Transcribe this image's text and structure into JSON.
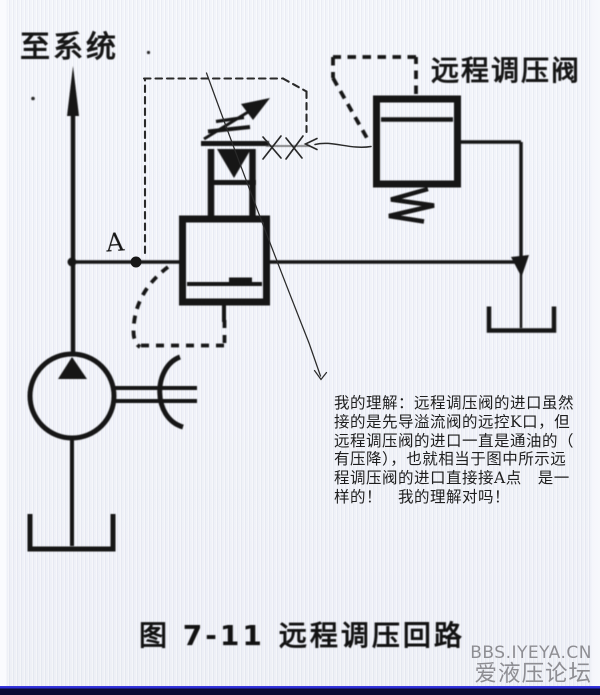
{
  "labels": {
    "to_system": "至系统",
    "remote_valve": "远程调压阀",
    "point_a": "A"
  },
  "annotation": {
    "lines": [
      "我的理解：远程调压阀的进口虽然",
      "接的是先导溢流阀的远控K口，但",
      "远程调压阀的进口一直是通油的（",
      "有压降），也就相当于图中所示远",
      "程调压阀的进口直接接A点　是一",
      "样的！　我的理解对吗！"
    ]
  },
  "caption": {
    "figure_no": "图 7-11",
    "title": "远程调压回路"
  },
  "watermark": {
    "site": "BBS.IYEYA.CN",
    "forum": "爱液压论坛"
  },
  "colors": {
    "ink": "#161616",
    "pen": "#2a2a2a",
    "watermark_gray": "#8e8e93",
    "footer_blue": "#2a2ad2",
    "footer_navy": "#0a0a30",
    "paper": "#eef0f7"
  },
  "diagram": {
    "symbols": [
      "pump-symbol",
      "oil-tank-symbol",
      "pilot-relief-valve-symbol",
      "remote-pressure-valve-symbol",
      "spring-symbol",
      "flow-arrow-symbol",
      "point-a-marker",
      "xx-cross-marks",
      "hand-drawn-arrow",
      "leader-line"
    ]
  }
}
